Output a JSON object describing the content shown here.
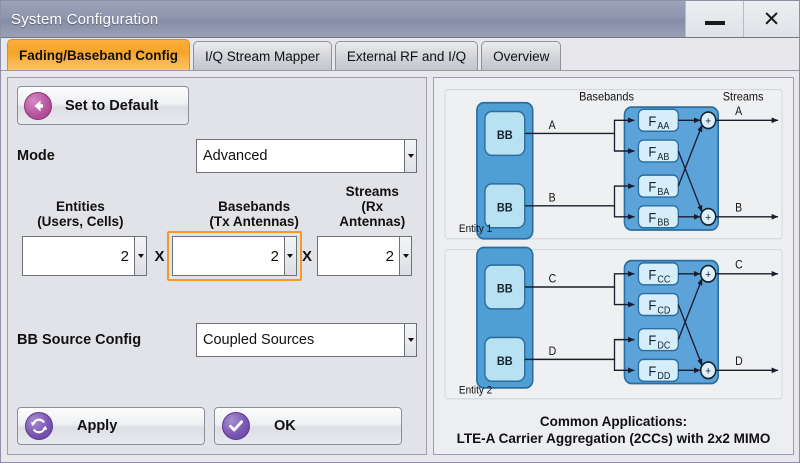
{
  "window": {
    "title": "System Configuration",
    "minimize_label": "—",
    "close_label": "✕"
  },
  "tabs": [
    {
      "label": "Fading/Baseband Config",
      "active": true
    },
    {
      "label": "I/Q Stream Mapper",
      "active": false
    },
    {
      "label": "External RF and I/Q",
      "active": false
    },
    {
      "label": "Overview",
      "active": false
    }
  ],
  "left": {
    "set_to_default_label": "Set to Default",
    "mode_label": "Mode",
    "mode_value": "Advanced",
    "entities_head_line1": "Entities",
    "entities_head_line2": "(Users, Cells)",
    "basebands_head_line1": "Basebands",
    "basebands_head_line2": "(Tx Antennas)",
    "streams_head_line1": "Streams",
    "streams_head_line2": "(Rx Antennas)",
    "entities_value": "2",
    "basebands_value": "2",
    "streams_value": "2",
    "multiply_symbol_1": "X",
    "multiply_symbol_2": "X",
    "bb_source_label": "BB Source Config",
    "bb_source_value": "Coupled Sources",
    "apply_label": "Apply",
    "ok_label": "OK",
    "focused_field": "basebands"
  },
  "diagram": {
    "basebands_header": "Basebands",
    "streams_header": "Streams",
    "entity1_label": "Entity 1",
    "entity2_label": "Entity 2",
    "bb_block_label": "BB",
    "sum_symbol": "+",
    "entity1": {
      "baseband_labels": [
        "A",
        "B"
      ],
      "stream_labels": [
        "A",
        "B"
      ],
      "coefficients": [
        "F",
        "F",
        "F",
        "F"
      ],
      "coefficient_subscripts": [
        "AA",
        "AB",
        "BA",
        "BB"
      ]
    },
    "entity2": {
      "baseband_labels": [
        "C",
        "D"
      ],
      "stream_labels": [
        "C",
        "D"
      ],
      "coefficients": [
        "F",
        "F",
        "F",
        "F"
      ],
      "coefficient_subscripts": [
        "CC",
        "CD",
        "DC",
        "DD"
      ]
    },
    "caption_line1": "Common Applications:",
    "caption_line2": "LTE-A Carrier Aggregation (2CCs) with 2x2 MIMO"
  },
  "colors": {
    "titlebar": "#8d95ad",
    "active_tab": "#f7a428",
    "focus_ring": "#f59a23",
    "bb_fill": "#b8e2f2",
    "entity_fill": "#4f9fd4",
    "fading_fill": "#5ba3d9",
    "accent_pink": "#b8559f",
    "accent_purple": "#7b57b5"
  }
}
